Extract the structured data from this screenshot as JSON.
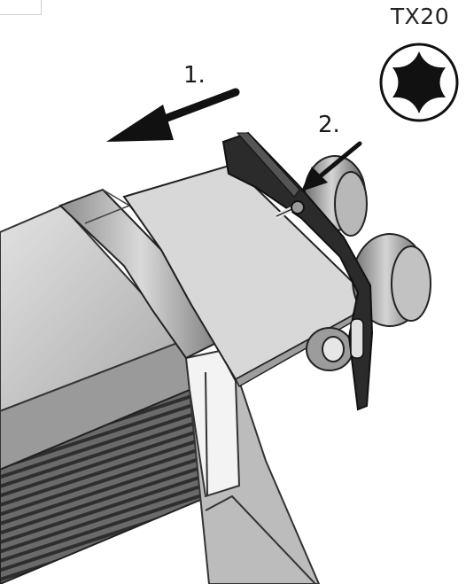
{
  "labels": {
    "tool": "TX20",
    "step_1": "1.",
    "step_2": "2."
  },
  "icons": {
    "tool_icon": "torx-tx20-icon",
    "arrow_1": "arrow-left-icon",
    "arrow_2": "arrow-down-left-icon"
  },
  "colors": {
    "ink": "#1a1a1a",
    "panel": "#d6d6d6",
    "housing": "#c9c9c9",
    "bracket": "#2b2b2b"
  }
}
